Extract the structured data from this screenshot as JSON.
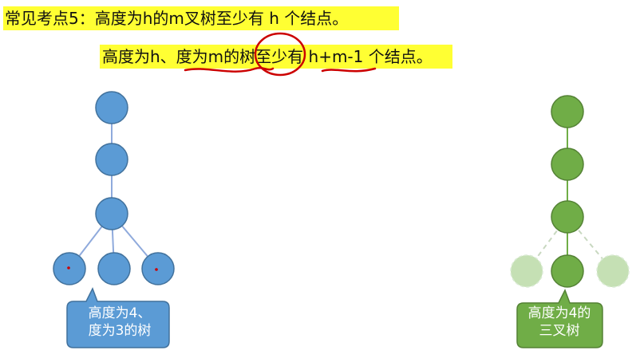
{
  "slide": {
    "heading": "常见考点5：高度为h的m叉树至少有 h 个结点。",
    "subheading": "高度为h、度为m的树至少有 h+m-1 个结点。"
  },
  "left_tree": {
    "callout_line1": "高度为4、",
    "callout_line2": "度为3的树",
    "node_color": "#5b9bd5",
    "stroke_color": "#41719c"
  },
  "right_tree": {
    "callout_line1": "高度为4的",
    "callout_line2": "三叉树",
    "node_color": "#70ad47",
    "ghost_color": "#c5e0b4"
  },
  "colors": {
    "highlight": "#ffff33",
    "annotation": "#cc0000",
    "edge": "#8faadc"
  }
}
